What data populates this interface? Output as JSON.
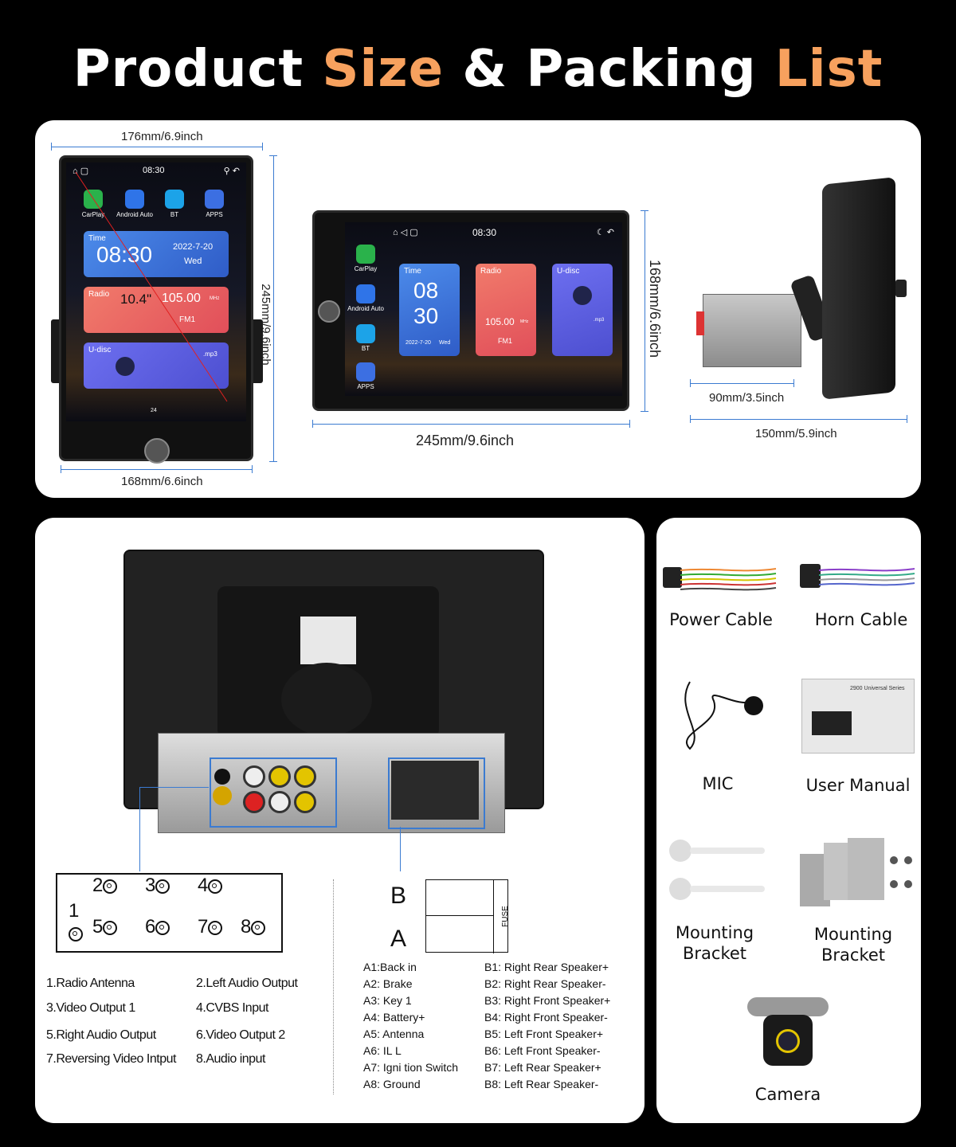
{
  "title": {
    "part1": "Product ",
    "part2": "Size",
    "part3": " & Packing ",
    "part4": "List",
    "accent_color": "#f7a15e"
  },
  "dimensions": {
    "portrait_width_top": "176mm/6.9inch",
    "portrait_height": "245mm/9.6inch",
    "portrait_width_bottom": "168mm/6.6inch",
    "landscape_width": "245mm/9.6inch",
    "landscape_height": "168mm/6.6inch",
    "side_depth_chassis": "90mm/3.5inch",
    "side_depth_total": "150mm/5.9inch"
  },
  "screen_portrait": {
    "time": "08:30",
    "apps": [
      "CarPlay",
      "Android Auto",
      "BT",
      "APPS"
    ],
    "time_card": {
      "title": "Time",
      "time": "08:30",
      "date": "2022-7-20",
      "day": "Wed"
    },
    "radio_card": {
      "title": "Radio",
      "freq": "105.00",
      "unit": "MHz",
      "band": "FM1"
    },
    "udisc_card": {
      "title": "U-disc",
      "ext": ".mp3"
    },
    "diagonal_label": "10.4\"",
    "volume": "24"
  },
  "screen_landscape": {
    "time": "08:30",
    "apps": [
      "CarPlay",
      "Android Auto",
      "BT",
      "APPS"
    ],
    "time_card": {
      "title": "Time",
      "hh": "08",
      "mm": "30",
      "date": "2022-7-20",
      "day": "Wed"
    },
    "radio_card": {
      "title": "Radio",
      "freq": "105.00",
      "unit": "MHz",
      "band": "FM1"
    },
    "udisc_card": {
      "title": "U-disc",
      "ext": ".mp3"
    }
  },
  "ports_diagram": {
    "ports": [
      "1",
      "2",
      "3",
      "4",
      "5",
      "6",
      "7",
      "8"
    ]
  },
  "ports_legend": [
    "1.Radio Antenna",
    "2.Left Audio Output",
    "3.Video Output 1",
    "4.CVBS Input",
    "5.Right Audio Output",
    "6.Video Output 2",
    "7.Reversing Video Intput",
    "8.Audio input"
  ],
  "iso_connector": {
    "label_b": "B",
    "label_a": "A",
    "fuse": "FUSE"
  },
  "pins_a": [
    "A1:Back   in",
    "A2: Brake",
    "A3: Key 1",
    "A4: Battery+",
    "A5: Antenna",
    "A6: IL L",
    "A7:  Igni tion Switch",
    "A8: Ground"
  ],
  "pins_b": [
    "B1: Right Rear Speaker+",
    "B2: Right Rear Speaker-",
    "B3: Right Front Speaker+",
    "B4: Right Front Speaker-",
    "B5: Left Front Speaker+",
    "B6: Left Front Speaker-",
    "B7: Left Rear Speaker+",
    "B8: Left Rear Speaker-"
  ],
  "packing_list": {
    "power_cable": "Power Cable",
    "horn_cable": "Horn Cable",
    "mic": "MIC",
    "user_manual": "User Manual",
    "manual_cover_text": "2900 Universal Series",
    "mounting_bracket_1": "Mounting\nBracket",
    "mounting_bracket_2": "Mounting\nBracket",
    "camera": "Camera"
  }
}
